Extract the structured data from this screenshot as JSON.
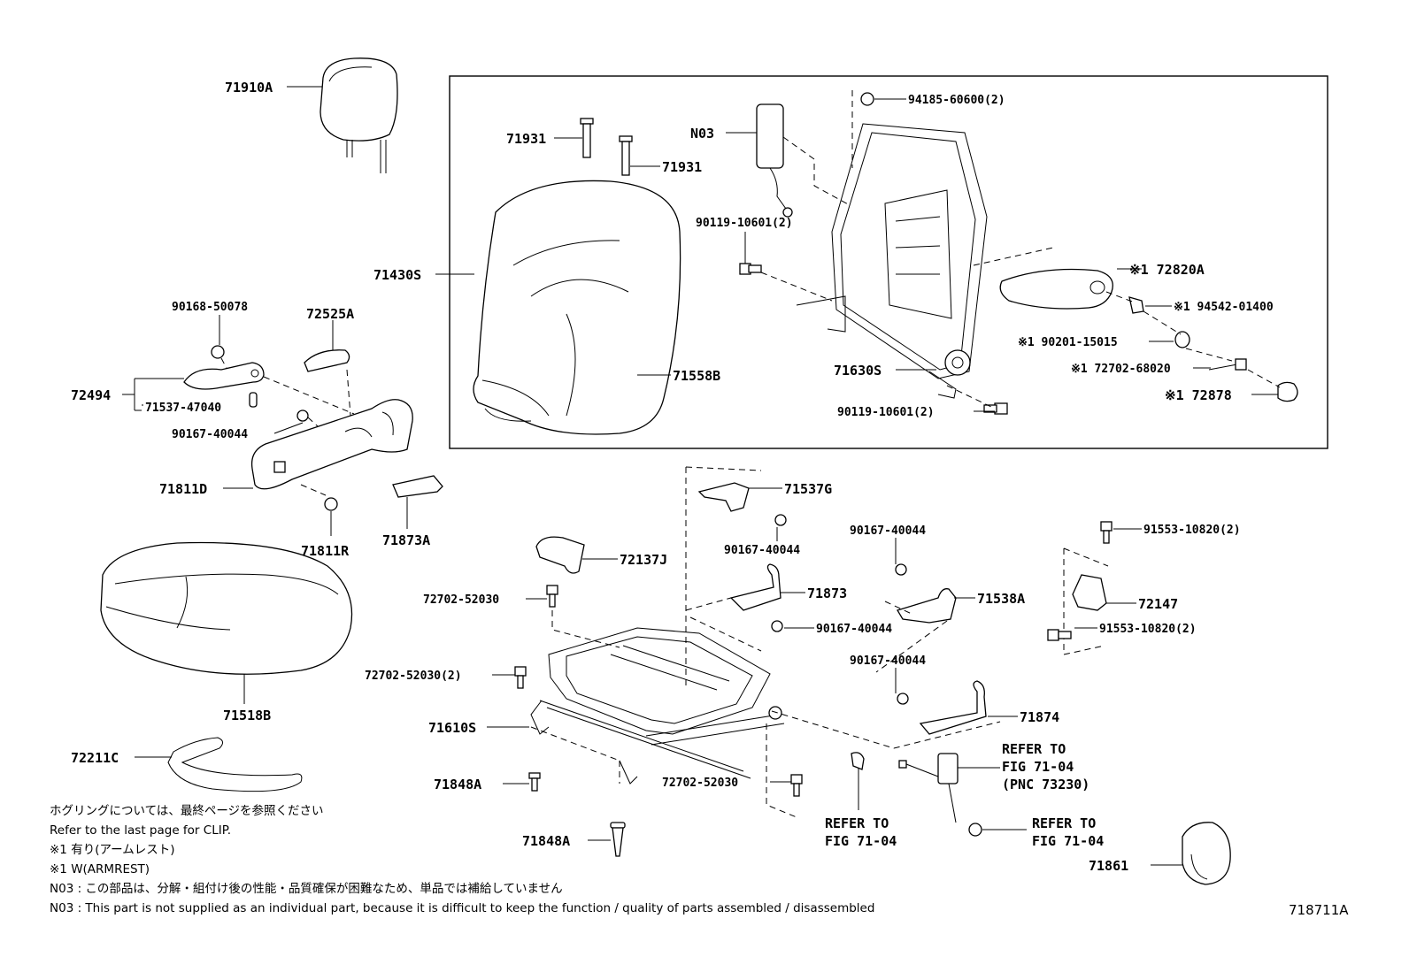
{
  "labels": {
    "p71910A": "71910A",
    "p71931a": "71931",
    "p71931b": "71931",
    "pN03": "N03",
    "p94185": "94185-60600(2)",
    "p90119a": "90119-10601(2)",
    "p71430S": "71430S",
    "p72820A": "※1 72820A",
    "p94542": "※1 94542-01400",
    "p90201": "※1 90201-15015",
    "p72702_68020": "※1 72702-68020",
    "p72878": "※1 72878",
    "p71630S": "71630S",
    "p90119b": "90119-10601(2)",
    "p71558B": "71558B",
    "p90168": "90168-50078",
    "p72525A": "72525A",
    "p72494": "72494",
    "p71537_47040": "71537-47040",
    "p90167_40044a": "90167-40044",
    "p71811D": "71811D",
    "p71811R": "71811R",
    "p71873A": "71873A",
    "p71518B": "71518B",
    "p72211C": "72211C",
    "p71537G": "71537G",
    "p90167_40044b": "90167-40044",
    "p72137J": "72137J",
    "p72702_52030a": "72702-52030",
    "p71873": "71873",
    "p90167_40044c": "90167-40044",
    "p90167_40044d": "90167-40044",
    "p71538A": "71538A",
    "p91553a": "91553-10820(2)",
    "p72147": "72147",
    "p91553b": "91553-10820(2)",
    "p72702_52030b": "72702-52030(2)",
    "p90167_40044e": "90167-40044",
    "p71610S": "71610S",
    "p71874": "71874",
    "p71848Aa": "71848A",
    "p72702_52030c": "72702-52030",
    "p71848Ab": "71848A",
    "refer1_l1": "REFER TO",
    "refer1_l2": "FIG 71-04",
    "refer1_l3": "(PNC 73230)",
    "refer2_l1": "REFER TO",
    "refer2_l2": "FIG 71-04",
    "refer3_l1": "REFER TO",
    "refer3_l2": "FIG 71-04",
    "p71861": "71861"
  },
  "notes": [
    "ホグリングについては、最終ページを参照ください",
    "Refer to the last page for CLIP.",
    "※1 有り(アームレスト)",
    "※1 W(ARMREST)",
    "N03 : この部品は、分解・組付け後の性能・品質確保が困難なため、単品では補給していません",
    "N03 : This part is not supplied as an individual part, because it is difficult to keep the function / quality of parts assembled / disassembled"
  ],
  "figure_id": "718711A"
}
